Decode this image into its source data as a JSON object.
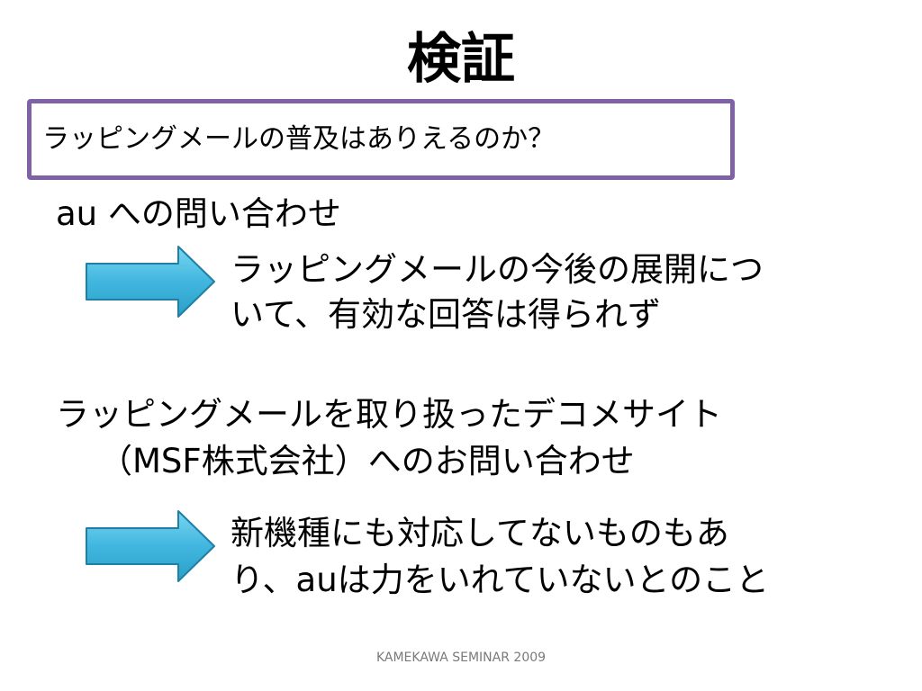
{
  "slide": {
    "title": "検証",
    "question": "ラッピングメールの普及はありえるのか？",
    "section1": {
      "heading": "au への問い合わせ",
      "result_lines": [
        "ラッピングメールの今後の展開につ",
        "いて、有効な回答は得られず"
      ]
    },
    "section2": {
      "heading_lines": [
        "ラッピングメールを取り扱ったデコメサイト",
        "（MSF株式会社）へのお問い合わせ"
      ],
      "result_lines": [
        "新機種にも対応してないものもあ",
        "り、auは力をいれていないとのこと"
      ]
    },
    "footer": "KAMEKAWA SEMINAR 2009"
  },
  "colors": {
    "box_border": "#7f62a6",
    "arrow_fill_light": "#6fd0ec",
    "arrow_fill_dark": "#2a9fc6",
    "arrow_outline": "#1f7fa5",
    "footer_text": "#7a7a7a"
  },
  "icons": {
    "arrow": "right-arrow-icon"
  }
}
